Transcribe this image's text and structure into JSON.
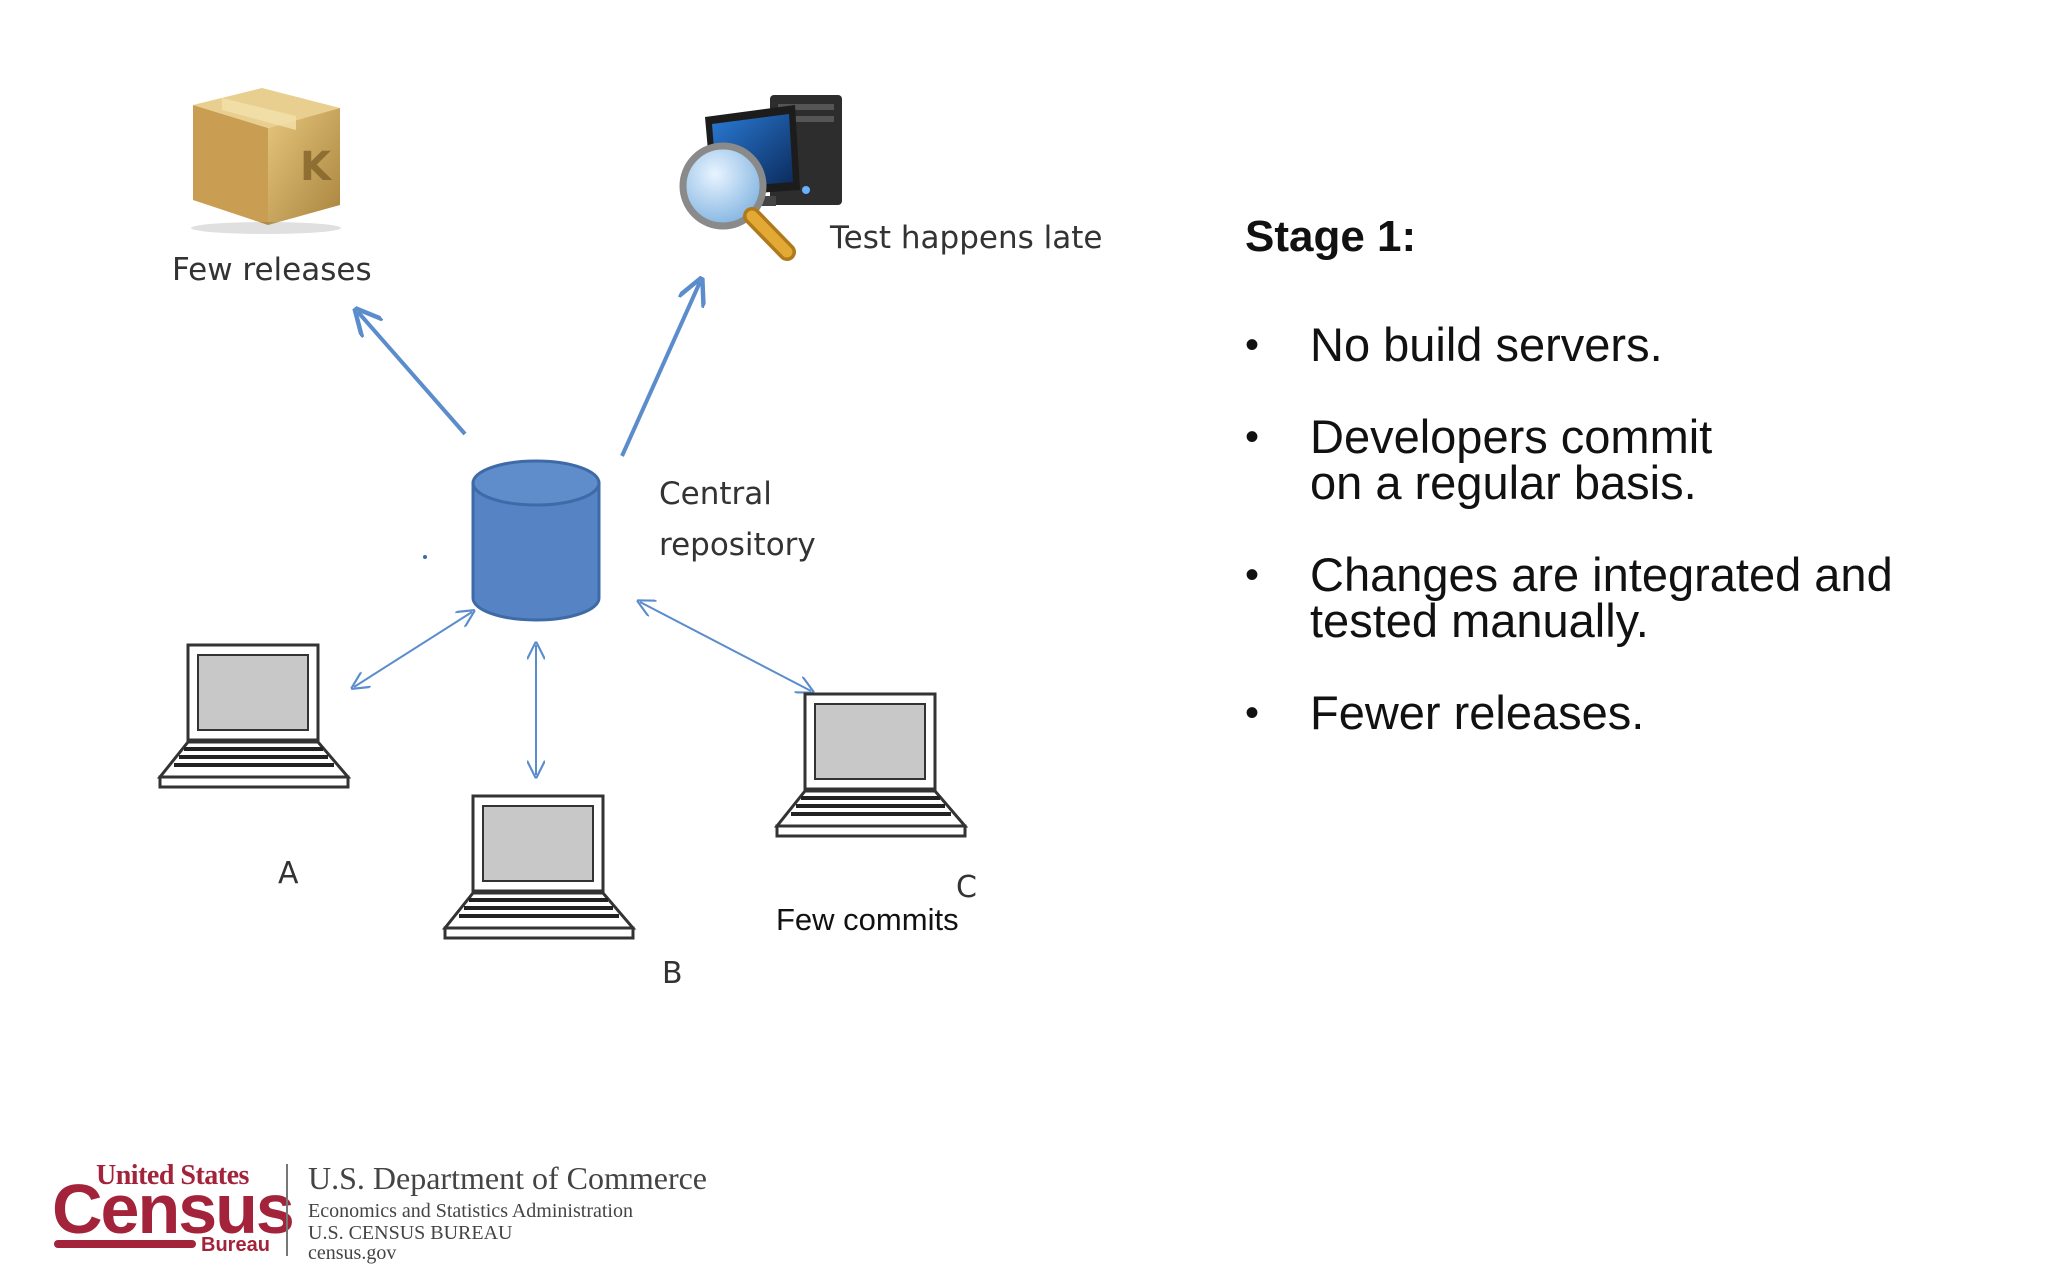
{
  "diagram": {
    "labels": {
      "few_releases": "Few releases",
      "test_happens_late": "Test happens late",
      "central_line1": "Central",
      "central_line2": "repository",
      "a": "A",
      "b": "B",
      "c": "C",
      "few_commits": "Few commits"
    },
    "colors": {
      "repo_fill": "#5583c3",
      "repo_stroke": "#3f6aa8",
      "arrow": "#5b8ccc",
      "laptop_screen": "#c8c8c8",
      "laptop_frame": "#333333",
      "box_tan": "#c9a45a"
    },
    "icons": [
      "package-box-icon",
      "computer-magnifier-icon",
      "database-cylinder-icon",
      "laptop-icon"
    ]
  },
  "slide": {
    "stage_title": "Stage 1:",
    "bullets": [
      "No build servers.",
      "Developers  commit\non a regular basis.",
      "Changes are integrated and\ntested manually.",
      "Fewer releases."
    ]
  },
  "footer": {
    "united_states": "United States",
    "census": "Census",
    "bureau": "Bureau",
    "dept": "U.S. Department of Commerce",
    "line1": "Economics and Statistics Administration",
    "line2": "U.S. CENSUS BUREAU",
    "line3": "census.gov",
    "brand_color": "#a3233a"
  }
}
